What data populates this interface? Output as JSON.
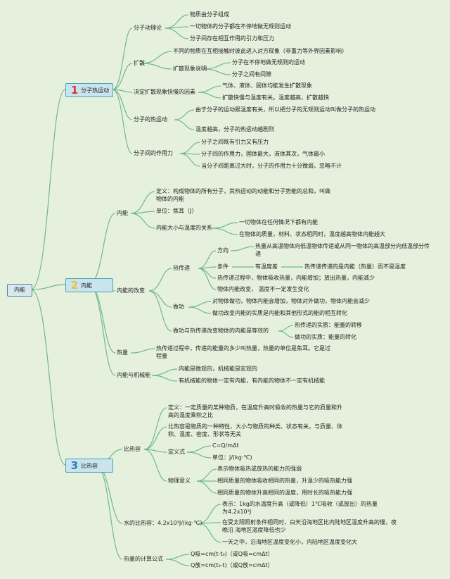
{
  "root": "内能",
  "colors": {
    "line": "#6fb98a",
    "num1": "#e0302c",
    "num2": "#f0c12a",
    "num3": "#2e7fb8",
    "box": "#c9e4ee"
  },
  "b1": {
    "num": "1",
    "title": "分子热运动",
    "n1": "分子动理论",
    "n1a": "物质由分子组成",
    "n1b": "一切物体的分子都在不停地做无规则运动",
    "n1c": "分子间存在相互作用的引力和压力",
    "n2": "扩散",
    "n2a": "不同的物质在互相接触时彼此进入对方现象（非重力等外界因素影响）",
    "n2b": "扩散现象说明",
    "n2b1": "分子在不停地做无规则的运动",
    "n2b2": "分子之间有间隙",
    "n3": "决定扩散现象快慢的因素",
    "n3a": "气体、液体、固体均能发生扩散现象",
    "n3b": "扩散快慢与温度有关。温度越高，扩散越快",
    "n4": "分子的热运动",
    "n4a": "由于分子的运动跟温度有关，所以把分子的无规则运动叫做分子的热运动",
    "n4b": "温度越高，分子的热运动越剧烈",
    "n5": "分子间的作用力",
    "n5a": "分子之间既有引力又有压力",
    "n5b": "分子间的作用力，固体最大，液体其次，气体最小",
    "n5c": "当分子间距离过大时，分子的作用力十分微弱，忽略不计"
  },
  "b2": {
    "num": "2",
    "title": "内能",
    "n1": "内能",
    "n1a": "定义：构成物体的所有分子，其热运动的动能和分子势能的总和，叫做物体的内能",
    "n1b": "单位：焦耳（J）",
    "n1c": "内能大小与温度的关系",
    "n1c1": "一切物体在任何情况下都有内能",
    "n1c2": "在物体的质量，材料、状态相同时，温度越高物体内能越大",
    "n2": "内能的改变",
    "n2a": "热传递",
    "n2a1": "方向",
    "n2a1x": "热量从高温物体向低温物体传递或从同一物体的高温部分向低温部分传递",
    "n2a2": "条件",
    "n2a2x": "有温度差",
    "n2a2y": "热传递传递的是内能（热量）而不是温度",
    "n2a3": "热传递过程中，物体吸收热量，内能增加；放出热量，内能减少",
    "n2a4": "物体内能改变，  温度不一定发生变化",
    "n2b": "做功",
    "n2b1": "对物体做功，物体内能会增加，物体对外做功，物体内能会减少",
    "n2b2": "做功改变内能的实质是内能和其他形式的能的相互转化",
    "n2c": "做功与热传递改变物体的内能是等效的",
    "n2c1": "热传递的实质：能量的转移",
    "n2c2": "做功的实质：能量的转化",
    "n3": "热量",
    "n3a": "热传递过程中，传递的能量的多少叫热量，热量的单位是焦耳。它是过程量",
    "n4": "内能与机械能",
    "n4a": "内能是微观的，机械能是宏观的",
    "n4b": "有机械能的物体一定有内能，有内能的物体不一定有机械能"
  },
  "b3": {
    "num": "3",
    "title": "比热容",
    "n1": "比热容",
    "n1a": "定义：一定质量的某种物质，在温度升高时吸收的热量与它的质量和升高的温度乘积之比",
    "n1b": "比热容是物质的一种特性，大小与物质的种类、状态有关，与质量、体积、温度、密度、形状等无关",
    "n1c": "定义式",
    "n1c1": "C=Q/mΔt",
    "n1c2": "单位：J/(kg·℃)",
    "n1d": "物理意义",
    "n1d1": "表示物体吸热或放热的能力的强弱",
    "n1d2": "相同质量的物体吸收相同的热量，升温少的吸热能力强",
    "n1d3": "相同质量的物体升高相同的温度，用时长的吸热能力强",
    "n2": "水的比热容：4.2x10³J/(kg·℃）",
    "n2a": "表示：1kg的水温度升高（或降低）1℃吸收（或放出）的热量为4.2x10³J",
    "n2b": "在受太阳照射条件相同时，白天沿海地区比内陆地区温度升高的慢，夜晚沿 海地区温度降低也少",
    "n2c": "一天之中，沿海地区温度变化小，内陆地区温度变化大",
    "n3": "热量的计算公式",
    "n3a": "Q吸=cm(t-t₀)（或Q吸=cmΔt）",
    "n3b": "Q放=cm(t₀-t)（或Q放=cmΔt）"
  }
}
